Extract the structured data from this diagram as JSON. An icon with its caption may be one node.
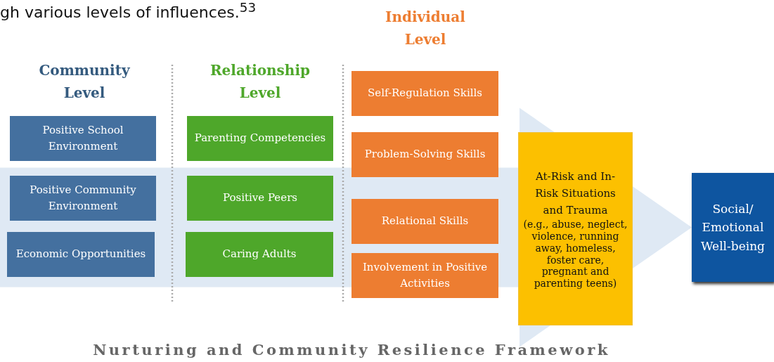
{
  "diagram": {
    "caption": "Nurturing and Community Resilience Framework",
    "nodes": [
      {
        "text": [
          "Positive School Environment"
        ]
      },
      {
        "text": [
          "Positive Community Environment"
        ]
      },
      {
        "text": [
          "Economic Opportunities"
        ]
      },
      {
        "text": [
          "Parenting Competencies"
        ]
      },
      {
        "text": [
          "Positive Peers"
        ]
      },
      {
        "text": [
          "Caring Adults"
        ]
      },
      {
        "text": [
          "Self-Regulation Skills"
        ]
      },
      {
        "text": [
          "Problem-Solving Skills"
        ]
      },
      {
        "text": [
          "Relational Skills"
        ]
      },
      {
        "text": [
          "Involvement in Positive Activities"
        ]
      },
      {
        "text": [
          "At-Risk and In-Risk Situations and Trauma",
          "(e.g., abuse, neglect, violence, running away, homeless, foster care, pregnant and parenting teens)"
        ]
      },
      {
        "text": [
          "Social/ Emotional Well-being"
        ]
      }
    ],
    "edges": [
      {
        "from": null,
        "to": 11,
        "arrow": "to",
        "style": "thick",
        "color": "#dfe9f4"
      }
    ],
    "labels": [
      "gh various levels of influences.$^{53}$",
      "Community Level",
      "Relationship Level",
      "Individual Level"
    ]
  }
}
